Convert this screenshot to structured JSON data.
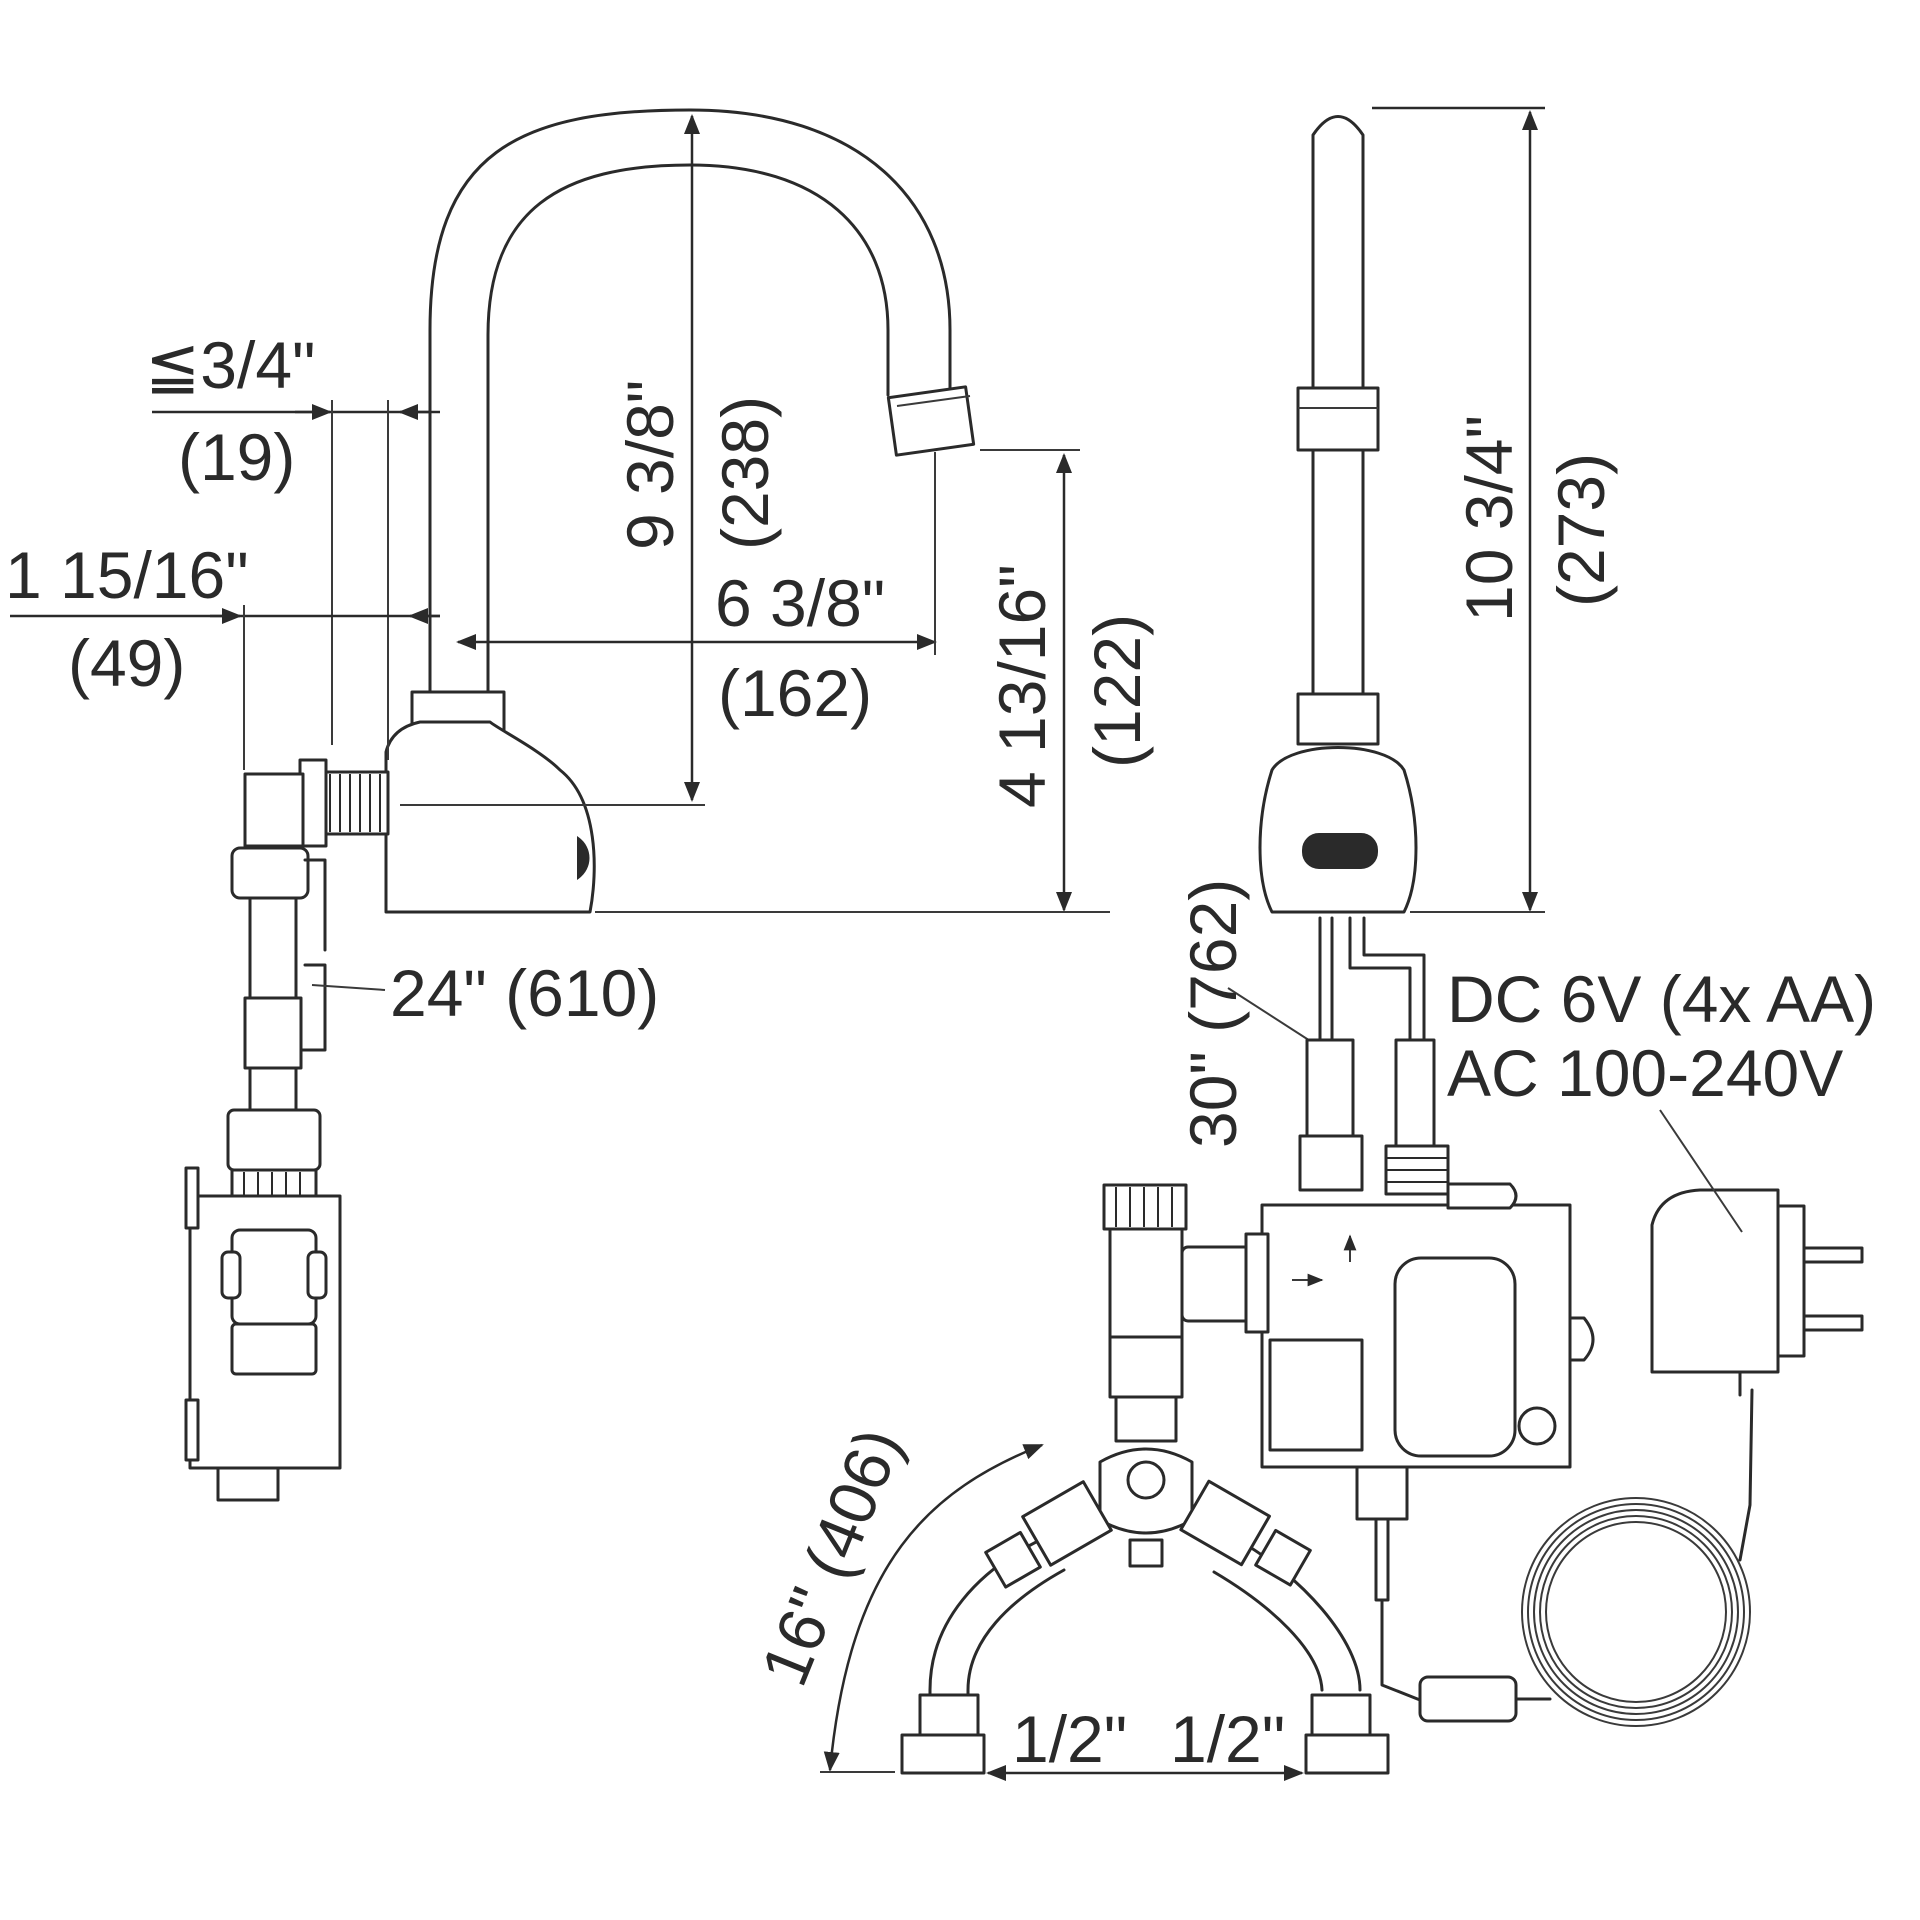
{
  "dimensions": {
    "max_wall": "≦3/4\"",
    "max_wall_mm": "(19)",
    "offset": "1 15/16\"",
    "offset_mm": "(49)",
    "spout_height": "9 3/8\"",
    "spout_height_mm": "(238)",
    "reach": "6 3/8\"",
    "reach_mm": "(162)",
    "outlet_height": "4 13/16\"",
    "outlet_height_mm": "(122)",
    "side_hose": "24\" (610)",
    "total_height": "10 3/4\"",
    "total_height_mm": "(273)",
    "sensor_cable": "30\" (762)",
    "supply_hose": "16\" (406)",
    "inlet_left": "1/2\"",
    "inlet_right": "1/2\""
  },
  "power": {
    "dc": "DC 6V (4x AA)",
    "ac": "AC 100-240V"
  }
}
